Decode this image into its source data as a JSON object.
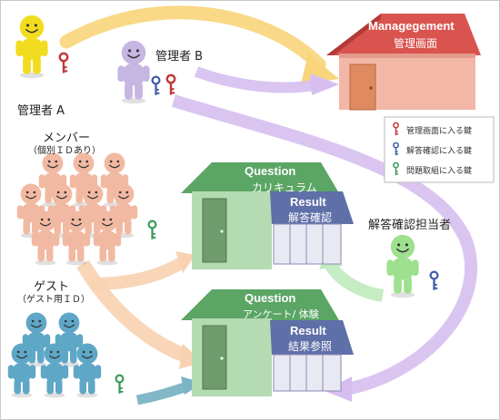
{
  "actors": {
    "admin_a": "管理者 A",
    "admin_b": "管理者 B",
    "members": "メンバー",
    "members_sub": "（個別ＩＤあり）",
    "guests": "ゲスト",
    "guests_sub": "（ゲスト用ＩＤ）",
    "reviewer": "解答確認担当者"
  },
  "buildings": {
    "management": {
      "title_en": "Managegement",
      "title_jp": "管理画面"
    },
    "curriculum": {
      "question_en": "Question",
      "question_jp": "カリキュラム",
      "result_en": "Result",
      "result_jp": "解答確認"
    },
    "survey": {
      "question_en": "Question",
      "question_jp": "アンケート/ 体験",
      "result_en": "Result",
      "result_jp": "結果参照"
    }
  },
  "legend": [
    {
      "text": "管理画面に入る鍵",
      "color": "#c23a3a"
    },
    {
      "text": "解答確認に入る鍵",
      "color": "#3f5da8"
    },
    {
      "text": "問題取組に入る鍵",
      "color": "#3b9b5a"
    }
  ],
  "colors": {
    "admin_a": "#f2dc1f",
    "admin_b": "#c6b6e2",
    "member": "#f2b9a2",
    "guest": "#5fa7c7",
    "reviewer": "#9fe08f",
    "arrow_yellow": "#f8d57a",
    "arrow_purple": "#d6bff0",
    "arrow_orange": "#f8d2b0",
    "arrow_green": "#c3ebc0",
    "arrow_teal": "#7ab3c4"
  }
}
